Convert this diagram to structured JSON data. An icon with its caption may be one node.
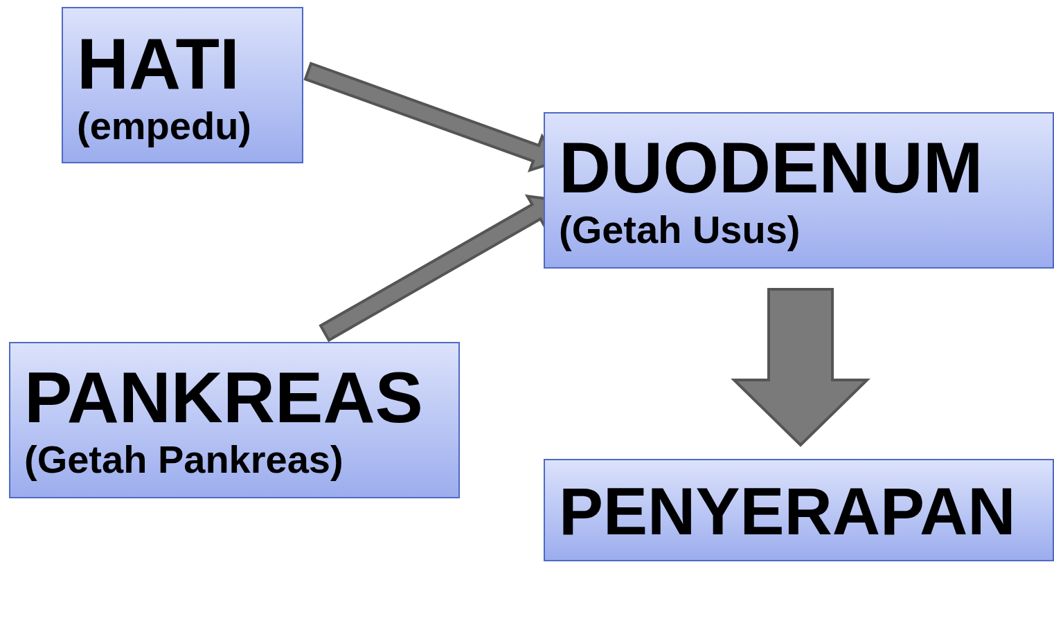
{
  "diagram": {
    "nodes": [
      {
        "text": [
          "HATI",
          "(empedu)"
        ]
      },
      {
        "text": [
          "DUODENUM",
          "(Getah Usus)"
        ]
      },
      {
        "text": [
          "PANKREAS",
          "(Getah Pankreas)"
        ]
      },
      {
        "text": [
          "PENYERAPAN"
        ]
      }
    ],
    "edges": [
      {
        "from": 0,
        "to": 1,
        "arrow": "to"
      },
      {
        "from": 2,
        "to": 1,
        "arrow": "to"
      },
      {
        "from": 1,
        "to": 3,
        "arrow": "to"
      }
    ]
  }
}
